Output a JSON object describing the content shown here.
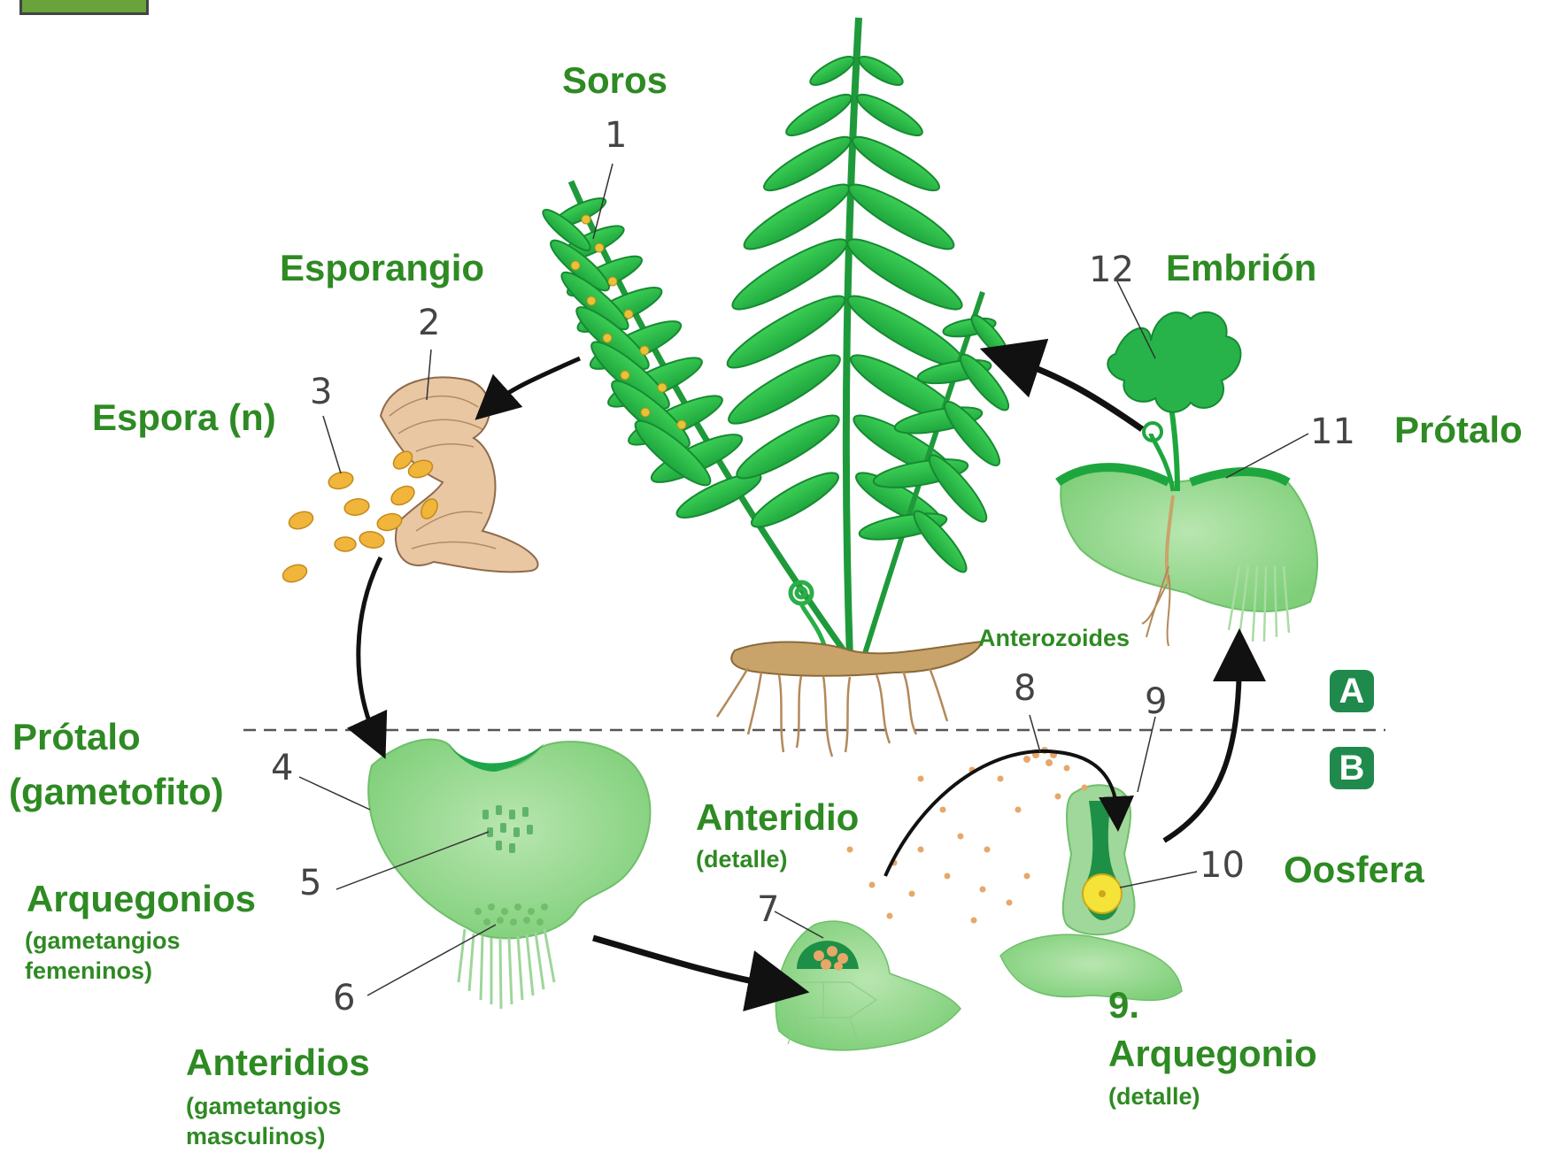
{
  "labels": {
    "soros": "Soros",
    "esporangio": "Esporangio",
    "espora": "Espora (n)",
    "embrion": "Embrión",
    "protalo_right": "Prótalo",
    "anterozoides": "Anterozoides",
    "protalo_left_1": "Prótalo",
    "protalo_left_2": "(gametofito)",
    "anteridio": "Anteridio",
    "anteridio_detail": "(detalle)",
    "oosfera": "Oosfera",
    "arquegonios": "Arquegonios",
    "arquegonios_sub1": "(gametangios",
    "arquegonios_sub2": "femeninos)",
    "anteridios": "Anteridios",
    "anteridios_sub1": "(gametangios",
    "anteridios_sub2": "masculinos)",
    "arquegonio_num": "9.",
    "arquegonio": "Arquegonio",
    "arquegonio_detail": "(detalle)"
  },
  "numbers": [
    "1",
    "2",
    "3",
    "4",
    "5",
    "6",
    "7",
    "8",
    "9",
    "10",
    "11",
    "12"
  ],
  "badges": {
    "a": "A",
    "b": "B"
  },
  "colors": {
    "label_green": "#2e8a23",
    "frond_green": "#2fb84a",
    "prothallus_green": "#9fd89a",
    "spore_orange": "#f0b53a",
    "badge_green": "#1f8a4c"
  }
}
